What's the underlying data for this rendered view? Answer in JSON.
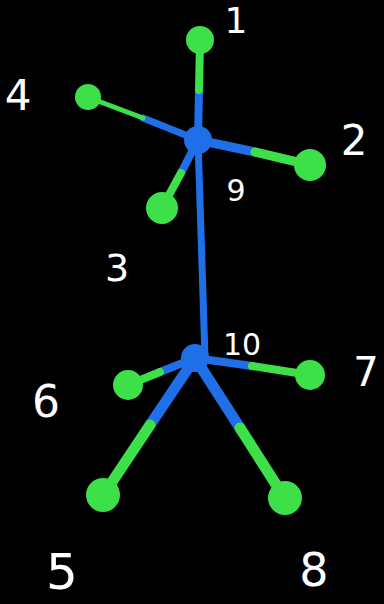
{
  "diagram": {
    "labels": [
      "1",
      "4",
      "2",
      "9",
      "3",
      "10",
      "6",
      "7",
      "5",
      "8"
    ]
  }
}
